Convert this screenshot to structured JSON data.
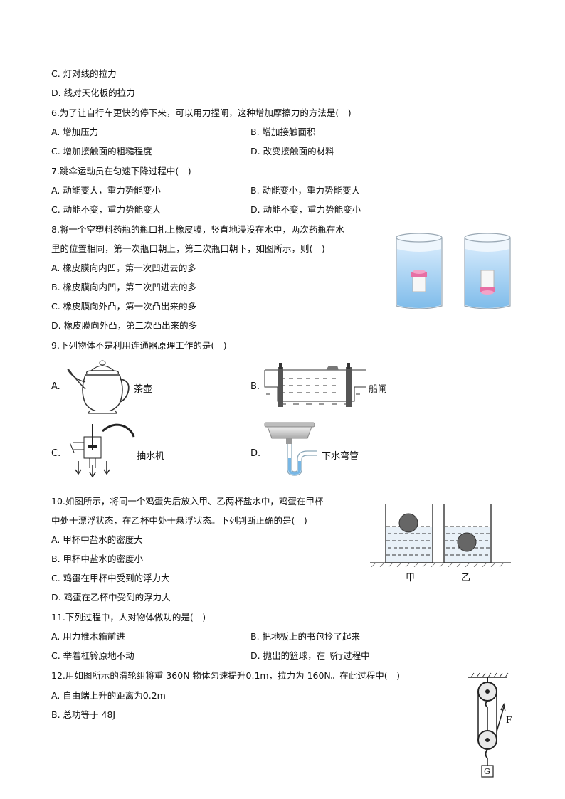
{
  "q5": {
    "C": "C. 灯对线的拉力",
    "D": "D. 线对天化板的拉力"
  },
  "q6": {
    "stem": "6.为了让自行车更快的停下来，可以用力捏闸，这种增加摩擦力的方法是(　)",
    "A": "A. 增加压力",
    "B": "B. 增加接触面积",
    "C": "C. 增加接触面的粗糙程度",
    "D": "D. 改变接触面的材料"
  },
  "q7": {
    "stem": "7.跳伞运动员在匀速下降过程中(　)",
    "A": "A. 动能变大，重力势能变小",
    "B": "B. 动能变小，重力势能变大",
    "C": "C. 动能不变，重力势能变大",
    "D": "D. 动能不变，重力势能变小"
  },
  "q8": {
    "stem1": "8.将一个空塑料药瓶的瓶口扎上橡皮膜，竖直地浸没在水中，两次药瓶在水",
    "stem2": "里的位置相同，第一次瓶口朝上，第二次瓶口朝下，如图所示，则(　)",
    "A": "A. 橡皮膜向内凹，第一次凹进去的多",
    "B": "B. 橡皮膜向内凹，第二次凹进去的多",
    "C": "C. 橡皮膜向外凸，第一次凸出来的多",
    "D": "D. 橡皮膜向外凸，第二次凸出来的多"
  },
  "q9": {
    "stem": "9.下列物体不是利用连通器原理工作的是(　)",
    "A_letter": "A.",
    "A_name": "茶壶",
    "B_letter": "B.",
    "B_name": "船闸",
    "C_letter": "C.",
    "C_name": "抽水机",
    "D_letter": "D.",
    "D_name": "下水弯管"
  },
  "q10": {
    "stem1": "10.如图所示，将同一个鸡蛋先后放入甲、乙两杯盐水中，鸡蛋在甲杯",
    "stem2": "中处于漂浮状态，在乙杯中处于悬浮状态。下列判断正确的是(　)",
    "A": "A. 甲杯中盐水的密度大",
    "B": "B. 甲杯中盐水的密度小",
    "C": "C. 鸡蛋在甲杯中受到的浮力大",
    "D": "D. 鸡蛋在乙杯中受到的浮力大",
    "label_jia": "甲",
    "label_yi": "乙"
  },
  "q11": {
    "stem": "11.下列过程中，人对物体做功的是(　)",
    "A": "A. 用力推木箱前进",
    "B": "B. 把地板上的书包拎了起来",
    "C": "C. 举着杠铃原地不动",
    "D": "D. 抛出的篮球，在飞行过程中"
  },
  "q12": {
    "stem": "12.用如图所示的滑轮组将重 360N 物体匀速提升0.1m，拉力为 160N。在此过程中(　)",
    "A": "A. 自由端上升的距离为0.2m",
    "B": "B. 总功等于 48J",
    "label_F": "F",
    "label_G": "G"
  }
}
